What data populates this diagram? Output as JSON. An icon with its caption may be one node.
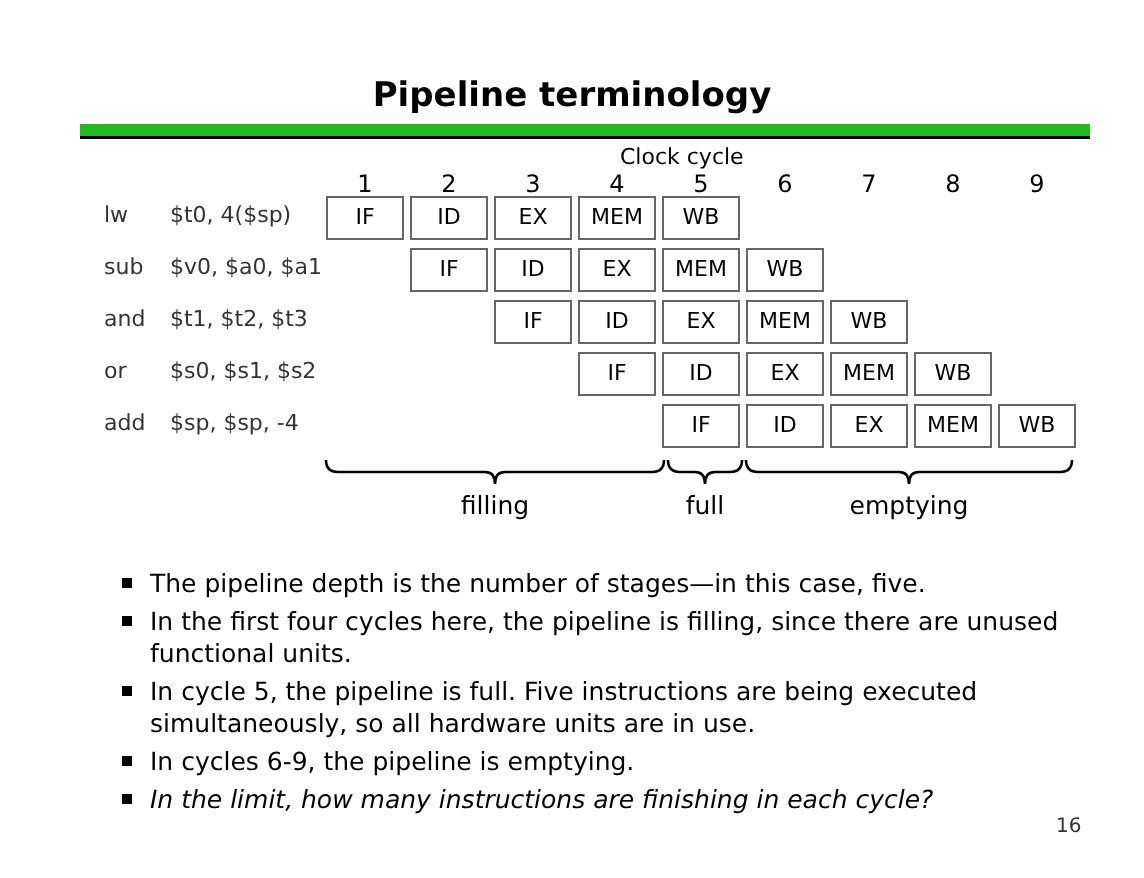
{
  "diagram": {
    "title": "Pipeline terminology",
    "labels": [
      "Clock cycle",
      "1",
      "2",
      "3",
      "4",
      "5",
      "6",
      "7",
      "8",
      "9",
      "lw",
      "$t0, 4($sp)",
      "IF",
      "ID",
      "EX",
      "MEM",
      "WB",
      "sub",
      "$v0, $a0, $a1",
      "IF",
      "ID",
      "EX",
      "MEM",
      "WB",
      "and",
      "$t1, $t2, $t3",
      "IF",
      "ID",
      "EX",
      "MEM",
      "WB",
      "or",
      "$s0, $s1, $s2",
      "IF",
      "ID",
      "EX",
      "MEM",
      "WB",
      "add",
      "$sp, $sp, -4",
      "IF",
      "ID",
      "EX",
      "MEM",
      "WB",
      "filling",
      "full",
      "emptying",
      "The pipeline depth is the number of stages—in this case, five.",
      "In the first four cycles here, the pipeline is filling, since there are unused functional units.",
      "In cycle 5, the pipeline is full. Five instructions are being executed simultaneously, so all hardware units are in use.",
      "In cycles 6-9, the pipeline is emptying.",
      "In the limit, how many instructions are finishing in each cycle?",
      "16"
    ]
  }
}
